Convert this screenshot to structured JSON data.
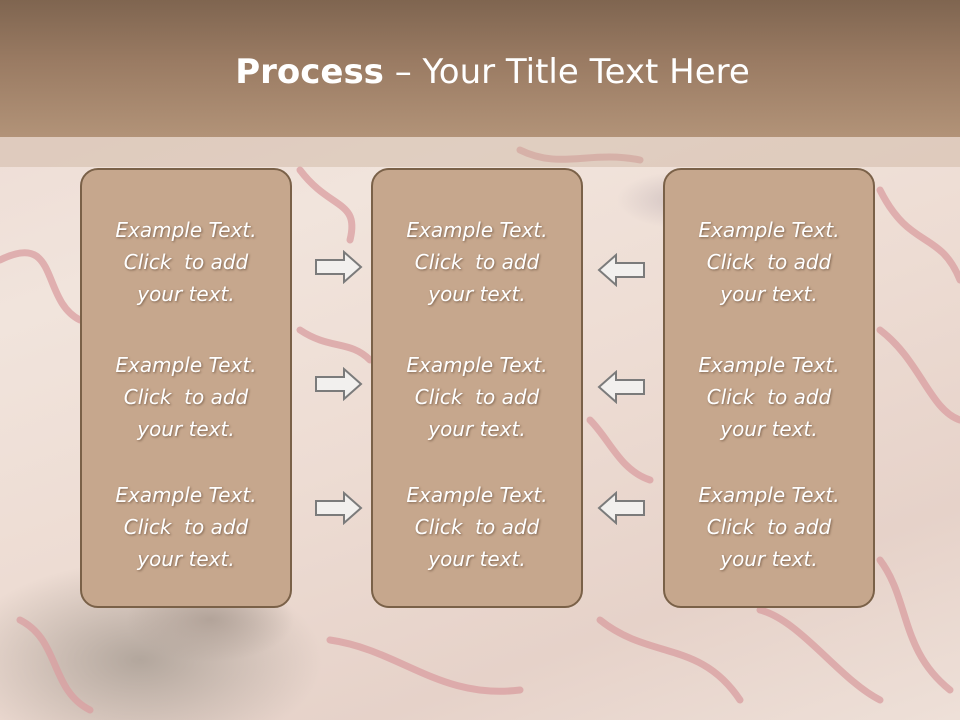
{
  "slide": {
    "title_bold": "Process",
    "title_rest": " – Your Title Text Here"
  },
  "columns": [
    {
      "items": [
        {
          "line1": "Example Text.",
          "line2": "Click  to add",
          "line3": "your text."
        },
        {
          "line1": "Example Text.",
          "line2": "Click  to add",
          "line3": "your text."
        },
        {
          "line1": "Example Text.",
          "line2": "Click  to add",
          "line3": "your text."
        }
      ]
    },
    {
      "items": [
        {
          "line1": "Example Text.",
          "line2": "Click  to add",
          "line3": "your text."
        },
        {
          "line1": "Example Text.",
          "line2": "Click  to add",
          "line3": "your text."
        },
        {
          "line1": "Example Text.",
          "line2": "Click  to add",
          "line3": "your text."
        }
      ]
    },
    {
      "items": [
        {
          "line1": "Example Text.",
          "line2": "Click  to add",
          "line3": "your text."
        },
        {
          "line1": "Example Text.",
          "line2": "Click  to add",
          "line3": "your text."
        },
        {
          "line1": "Example Text.",
          "line2": "Click  to add",
          "line3": "your text."
        }
      ]
    }
  ],
  "arrows": {
    "left_group": "right-arrow-icon",
    "right_group": "left-arrow-icon"
  },
  "colors": {
    "header": "#9a7b63",
    "box_fill": "#c6a78d",
    "box_border": "#7a6148",
    "arrow_fill": "#f2f0ee",
    "arrow_stroke": "#7b7b7b"
  }
}
